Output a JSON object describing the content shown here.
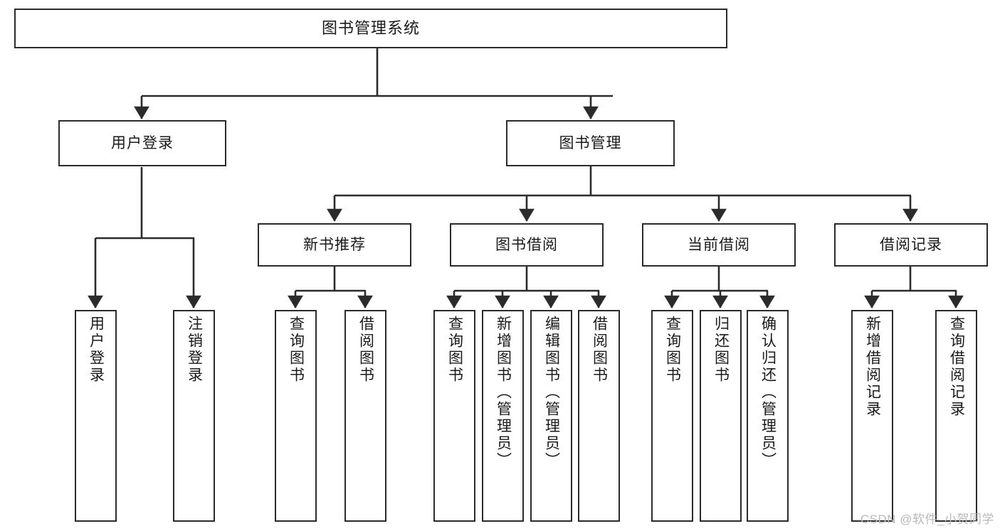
{
  "diagram": {
    "title": "图书管理系统",
    "type": "tree-hierarchy-chart",
    "orientation": "top-down",
    "colors": {
      "box_border": "#2b2b2b",
      "box_fill": "#ffffff",
      "edge": "#2b2b2b",
      "text": "#1a1a1a",
      "background": "#ffffff",
      "watermark": "#b9b9b9"
    },
    "root": {
      "label": "图书管理系统"
    },
    "level2": [
      {
        "label": "用户登录"
      },
      {
        "label": "图书管理"
      }
    ],
    "level3": [
      {
        "label": "新书推荐"
      },
      {
        "label": "图书借阅"
      },
      {
        "label": "当前借阅"
      },
      {
        "label": "借阅记录"
      }
    ],
    "leaves": {
      "user_login": [
        {
          "label": "用户登录"
        },
        {
          "label": "注销登录"
        }
      ],
      "new_book_recommend": [
        {
          "label": "查询图书"
        },
        {
          "label": "借阅图书"
        }
      ],
      "book_borrow": [
        {
          "label": "查询图书"
        },
        {
          "label": "新增图书（管理员）"
        },
        {
          "label": "编辑图书（管理员）"
        },
        {
          "label": "借阅图书"
        }
      ],
      "current_borrow": [
        {
          "label": "查询图书"
        },
        {
          "label": "归还图书"
        },
        {
          "label": "确认归还（管理员）"
        }
      ],
      "borrow_record": [
        {
          "label": "新增借阅记录"
        },
        {
          "label": "查询借阅记录"
        }
      ]
    }
  },
  "watermark": {
    "text": "CSDN @软件_小贺同学"
  }
}
